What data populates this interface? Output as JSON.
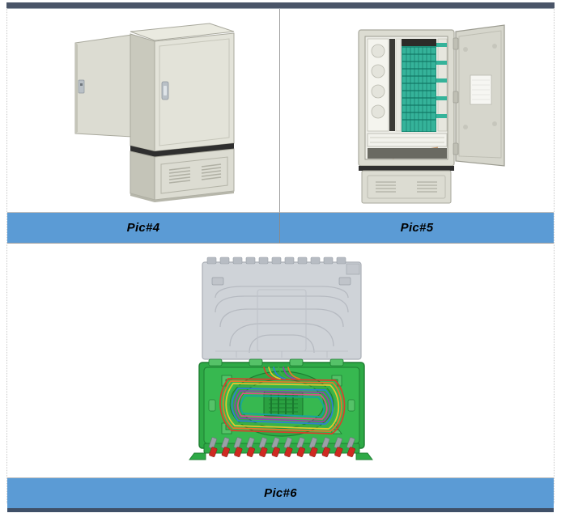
{
  "document": {
    "type": "product-picture-table",
    "columns": 2,
    "accent_color": "#5b9bd5",
    "caption_text_color": "#000000",
    "top_rule_color": "#4a5568",
    "bottom_rule_color": "#3f5068",
    "grid_line_color": "#9b9b9b"
  },
  "cells": [
    {
      "id": "pic4",
      "caption": "Pic#4",
      "image_name": "outdoor-fiber-optic-cross-connect-cabinet-closed",
      "alt": "Beige outdoor fiber optic cross connect cabinet, front door swung open to the left, vented plinth base",
      "colors": {
        "body": "#dcdcd2",
        "body_shade": "#c7c7bb",
        "body_light": "#ececE2",
        "trim_dark": "#2f2f2f",
        "handle": "#b9c0c6",
        "outline": "#9a9a8e"
      }
    },
    {
      "id": "pic5",
      "caption": "Pic#5",
      "image_name": "outdoor-fiber-optic-cabinet-open-interior",
      "alt": "Same cabinet with door fully open showing teal fiber adapter panels, splitter bays and splice trays inside",
      "colors": {
        "body": "#dcdcd2",
        "interior": "#efefe9",
        "adapter_teal": "#35b39a",
        "adapter_teal_dark": "#1f8f7a",
        "shadow": "#5b5b55",
        "door_panel": "#d6d6cc"
      }
    },
    {
      "id": "pic6",
      "caption": "Pic#6",
      "image_name": "fiber-optic-splice-tray-with-pigtails",
      "alt": "Green 12-core fiber optic splice tray with grey hinged cover lid, colored pigtail fibers coiled inside and twelve red capped FC connectors along the front edge",
      "colors": {
        "tray_green": "#2eaa46",
        "tray_green_dark": "#1d7d31",
        "tray_green_light": "#55c268",
        "lid_grey": "#cfd3d8",
        "lid_grey_dark": "#a9aeb5",
        "connector_red": "#cf2a22",
        "connector_metal": "#9aa0a6"
      },
      "connector_count": 12,
      "pigtail_colors": [
        "#d93f2b",
        "#e8772a",
        "#e8c72a",
        "#3fae45",
        "#2f7fd1",
        "#8e44ad",
        "#d94f8a",
        "#7a5230",
        "#444444",
        "#e0e0e0",
        "#17a2a2",
        "#c2185b"
      ]
    }
  ]
}
